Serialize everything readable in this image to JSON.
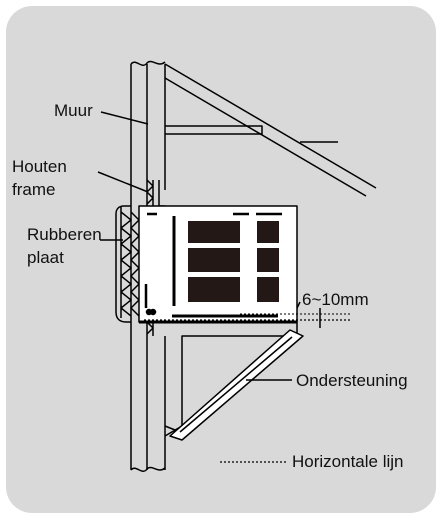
{
  "labels": {
    "wall": "Muur",
    "wood_frame_line1": "Houten",
    "wood_frame_line2": "frame",
    "rubber_line1": "Rubberen",
    "rubber_line2": "plaat",
    "gap": "6~10mm",
    "support": "Ondersteuning",
    "horizontal_legend": "Horizontale lijn"
  },
  "colors": {
    "panel_background": "#d9d9d9",
    "unit_fill": "#ffffff",
    "grille": "#231815",
    "line": "#000000"
  }
}
